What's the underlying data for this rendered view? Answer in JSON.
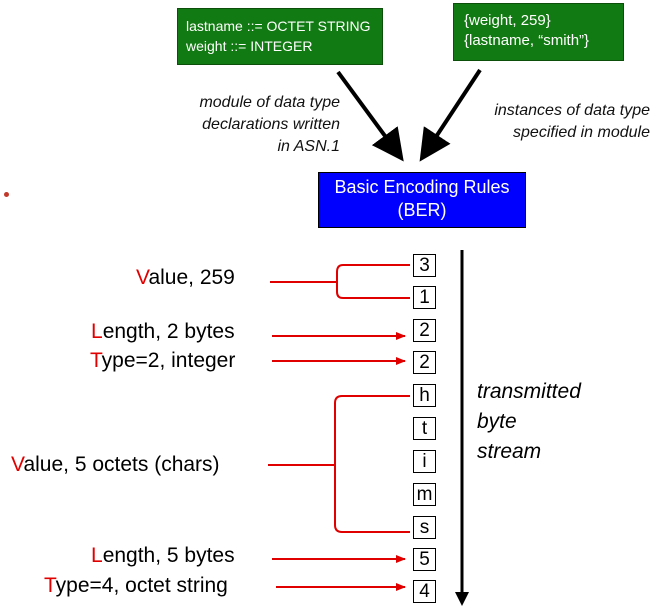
{
  "declarations": {
    "line1": "lastname ::= OCTET STRING",
    "line2": "weight ::= INTEGER"
  },
  "instances": {
    "line1": "{weight, 259}",
    "line2": "{lastname, “smith”}"
  },
  "notes": {
    "declarations": [
      "module of data type",
      "declarations written",
      "in ASN.1"
    ],
    "instances": [
      "instances of data type",
      "specified in module"
    ]
  },
  "ber": {
    "line1": "Basic Encoding Rules",
    "line2": "(BER)"
  },
  "bytes": [
    "3",
    "1",
    "2",
    "2",
    "h",
    "t",
    "i",
    "m",
    "s",
    "5",
    "4"
  ],
  "labels": [
    {
      "first": "V",
      "rest": "alue, 259"
    },
    {
      "first": "L",
      "rest": "ength, 2 bytes"
    },
    {
      "first": "T",
      "rest": "ype=2, integer"
    },
    {
      "first": "V",
      "rest": "alue, 5 octets (chars)"
    },
    {
      "first": "L",
      "rest": "ength, 5 bytes"
    },
    {
      "first": "T",
      "rest": "ype=4, octet string"
    }
  ],
  "stream_label": [
    "transmitted",
    "byte",
    "stream"
  ],
  "colors": {
    "green": "#127a12",
    "ber_blue": "#0000ff",
    "accent_red": "#e00000"
  }
}
